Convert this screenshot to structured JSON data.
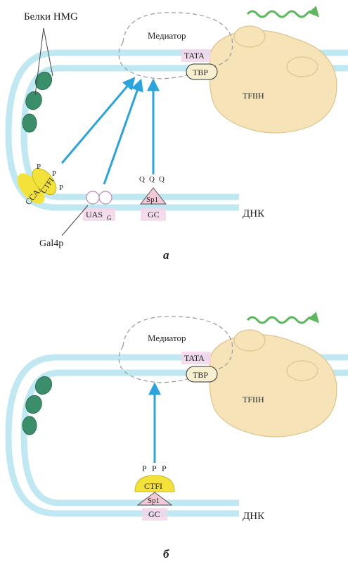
{
  "panel_a": {
    "hmg_label": "Белки HMG",
    "mediator_label": "Медиатор",
    "tata_label": "TATA",
    "tbp_label": "TBP",
    "tfiih_label": "TFIIH",
    "ctfi_label": "CTFI",
    "ccaat_label": "CCAAT",
    "uas_label": "UAS",
    "uas_sub": "G",
    "gc_label": "GC",
    "sp1_label": "Sp1",
    "gal4p_label": "Gal4p",
    "dna_label": "ДНК",
    "p1": "P",
    "p2": "P",
    "p3": "P",
    "q1": "Q",
    "q2": "Q",
    "q3": "Q",
    "panel_letter": "а"
  },
  "panel_b": {
    "mediator_label": "Медиатор",
    "tata_label": "TATA",
    "tbp_label": "TBP",
    "tfiih_label": "TFIIH",
    "ctfi_label": "CTFI",
    "sp1_label": "Sp1",
    "gc_label": "GC",
    "dna_label": "ДНК",
    "p1": "P",
    "p2": "P",
    "p3": "P",
    "panel_letter": "б"
  },
  "colors": {
    "dna": "#bfe8f2",
    "dna_edge": "#8fd3e6",
    "arrow": "#2ba3dc",
    "pol": "#f6e3b8",
    "pol_edge": "#dcc48f",
    "hmg": "#3a8f6a",
    "ctfi": "#f3e23a",
    "sp1": "#f4c9d6",
    "box": "#f2d6ea",
    "wave": "#5cb85c"
  }
}
